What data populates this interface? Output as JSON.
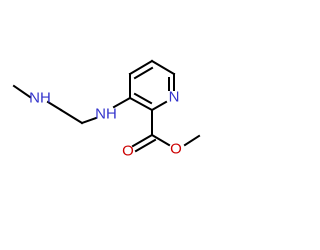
{
  "molecule": {
    "atoms": {
      "ring_n": {
        "label": "N",
        "color": "#3333cc"
      },
      "amine_nh": {
        "label": "NH",
        "color": "#3333cc"
      },
      "methylamine_nh": {
        "label": "NH",
        "color": "#3333cc"
      },
      "carbonyl_o": {
        "label": "O",
        "color": "#cc0000"
      },
      "ester_o": {
        "label": "O",
        "color": "#cc0000"
      }
    },
    "bond_color": "#000000"
  }
}
